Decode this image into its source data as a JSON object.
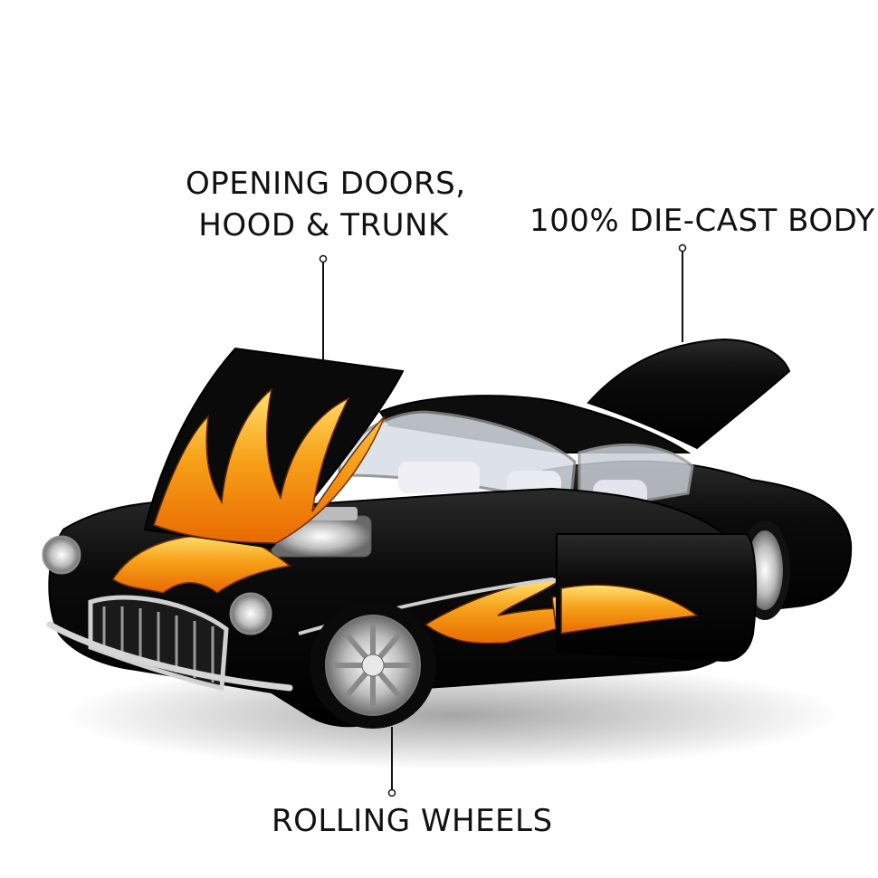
{
  "callouts": {
    "doors": {
      "line1": "OPENING DOORS,",
      "line2": "HOOD & TRUNK"
    },
    "body": {
      "text": "100% DIE-CAST BODY"
    },
    "wheels": {
      "text": "ROLLING WHEELS"
    }
  },
  "colors": {
    "car_body": "#0a0a0a",
    "flame_orange": "#f08a10",
    "flame_yellow": "#ffd040",
    "chrome": "#d8d8d8",
    "interior": "#e8e8ee",
    "text": "#111111",
    "background": "#ffffff"
  },
  "image": {
    "subject": "car-model-icon"
  }
}
